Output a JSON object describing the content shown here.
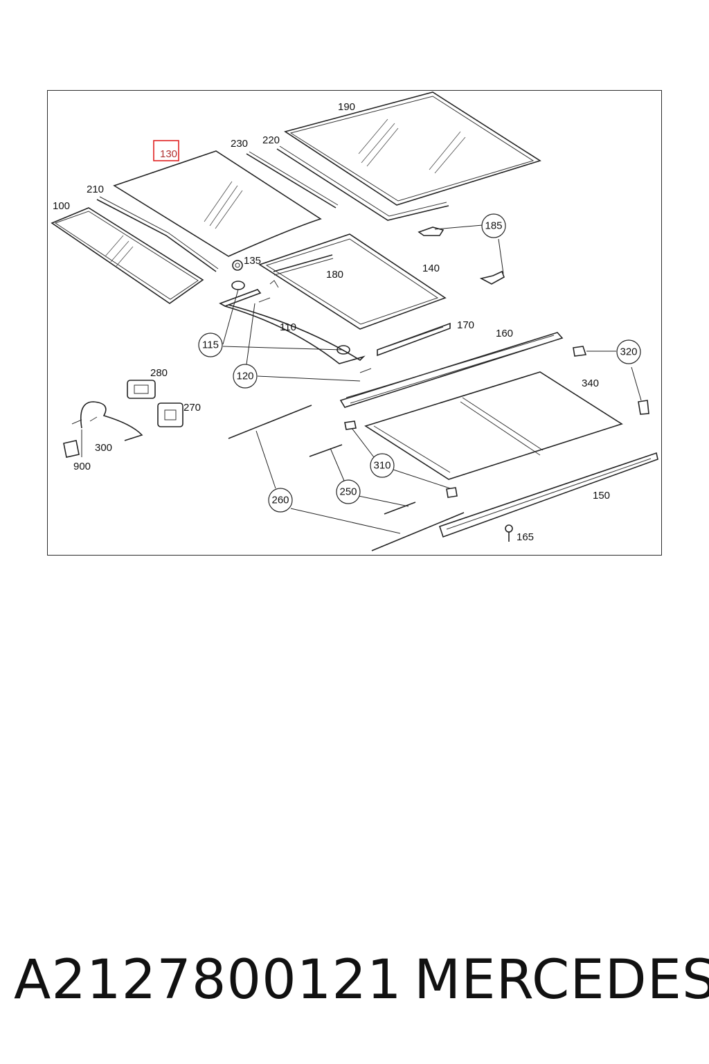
{
  "diagram": {
    "labels": {
      "l190": "190",
      "l230": "230",
      "l220": "220",
      "l130": "130",
      "l210": "210",
      "l100": "100",
      "l135": "135",
      "l185": "185",
      "l140": "140",
      "l180": "180",
      "l110": "110",
      "l170": "170",
      "l160": "160",
      "l115": "115",
      "l320": "320",
      "l280": "280",
      "l340": "340",
      "l120": "120",
      "l270": "270",
      "l300": "300",
      "l900": "900",
      "l310": "310",
      "l250": "250",
      "l150": "150",
      "l260": "260",
      "l165": "165"
    },
    "highlight_color": "#e02020"
  },
  "footer": {
    "part_number": "A2127800121",
    "brand": "MERCEDES"
  }
}
